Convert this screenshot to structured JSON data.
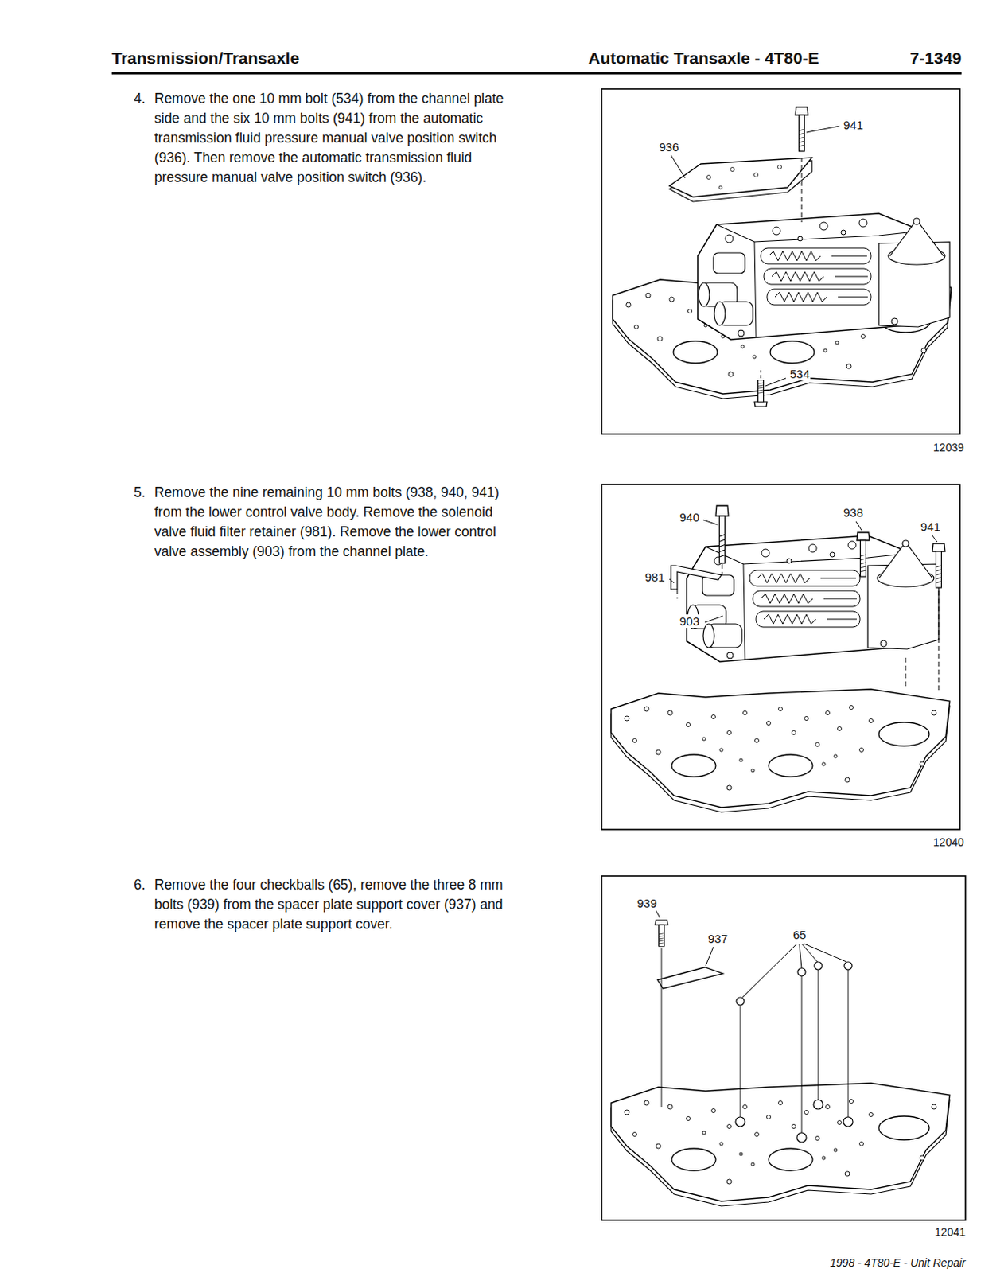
{
  "diagram": {
    "labels": [
      "Transmission/Transaxle",
      "Automatic Transaxle - 4T80-E",
      "7-1349",
      "4.",
      "Remove the one 10 mm bolt (534) from the channel plate side and the six 10 mm bolts (941) from the automatic transmission fluid pressure manual valve position switch (936). Then remove the automatic transmission fluid pressure manual valve position switch (936).",
      "941",
      "936",
      "534",
      "12039",
      "5.",
      "Remove the nine remaining 10 mm bolts (938, 940, 941) from the lower control valve body. Remove the solenoid valve fluid filter retainer (981). Remove the lower control valve assembly (903) from the channel plate.",
      "940",
      "938",
      "941",
      "981",
      "903",
      "12040",
      "6.",
      "Remove the four checkballs (65), remove the three 8 mm bolts (939) from the spacer plate support cover (937) and remove the spacer plate support cover.",
      "939",
      "937",
      "65",
      "12041",
      "1998 - 4T80-E - Unit Repair"
    ]
  }
}
